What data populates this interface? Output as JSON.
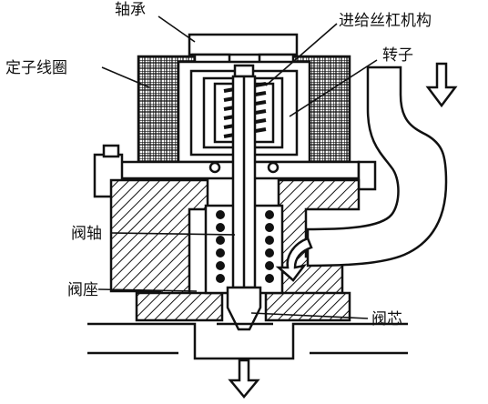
{
  "labels": {
    "bearing": "轴承",
    "lead_screw": "进给丝杠机构",
    "stator_coil": "定子线圈",
    "rotor": "转子",
    "valve_stem": "阀轴",
    "valve_seat": "阀座",
    "valve_core": "阀芯"
  },
  "colors": {
    "line": "#111111",
    "background": "#ffffff"
  }
}
